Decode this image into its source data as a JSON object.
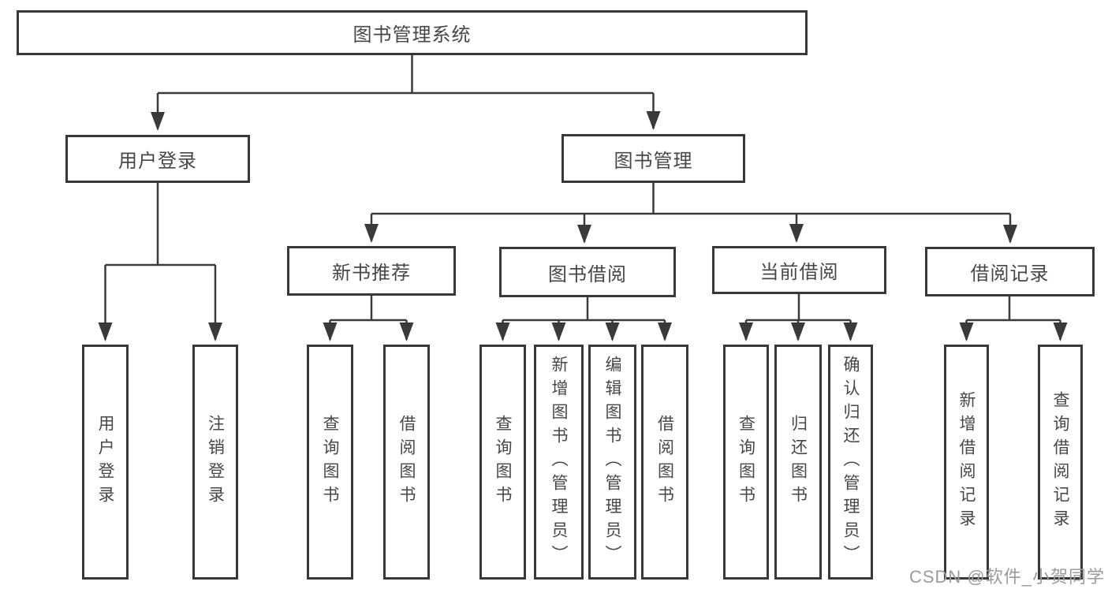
{
  "tree": {
    "root": "图书管理系统",
    "branches": [
      {
        "label": "用户登录",
        "children": [
          "用户登录",
          "注销登录"
        ]
      },
      {
        "label": "图书管理",
        "children": [
          {
            "label": "新书推荐",
            "children": [
              "查询图书",
              "借阅图书"
            ]
          },
          {
            "label": "图书借阅",
            "children": [
              "查询图书",
              "新增图书（管理员）",
              "编辑图书（管理员）",
              "借阅图书"
            ]
          },
          {
            "label": "当前借阅",
            "children": [
              "查询图书",
              "归还图书",
              "确认归还（管理员）"
            ]
          },
          {
            "label": "借阅记录",
            "children": [
              "新增借阅记录",
              "查询借阅记录"
            ]
          }
        ]
      }
    ]
  },
  "watermark": "CSDN @软件_小贺同学",
  "colors": {
    "line": "#3a3a3a",
    "box_border": "#383838",
    "text": "#474747",
    "watermark_text": "#9b9b9b",
    "background": "#ffffff"
  }
}
